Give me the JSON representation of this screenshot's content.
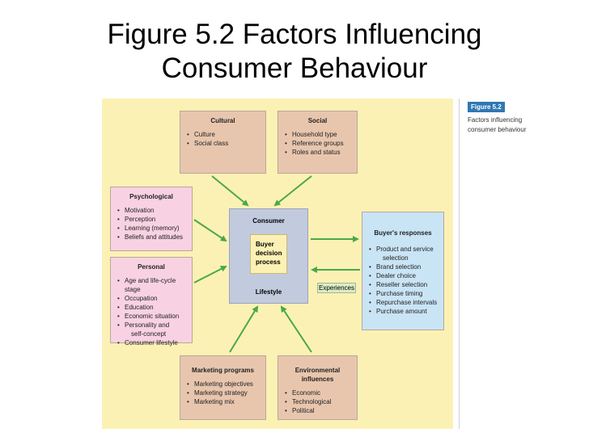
{
  "title": {
    "line1": "Figure 5.2 Factors Influencing",
    "line2": "Consumer Behaviour"
  },
  "sidebar": {
    "badge": "Figure 5.2",
    "caption_line1": "Factors influencing",
    "caption_line2": "consumer behaviour"
  },
  "diagram": {
    "cultural": {
      "title": "Cultural",
      "items": [
        "Culture",
        "Social class"
      ]
    },
    "social": {
      "title": "Social",
      "items": [
        "Household type",
        "Reference groups",
        "Roles and status"
      ]
    },
    "psychological": {
      "title": "Psychological",
      "items": [
        "Motivation",
        "Perception",
        "Learning (memory)",
        "Beliefs and attitudes"
      ]
    },
    "personal": {
      "title": "Personal",
      "items": [
        "Age and life-cycle stage",
        "Occupation",
        "Education",
        "Economic situation",
        "Personality and",
        "self-concept",
        "Consumer lifestyle"
      ]
    },
    "consumer": {
      "title": "Consumer",
      "lifestyle": "Lifestyle"
    },
    "buyer_decision": {
      "line1": "Buyer",
      "line2": "decision",
      "line3": "process"
    },
    "experiences": "Experiences",
    "responses": {
      "title": "Buyer's responses",
      "items": [
        "Product and service",
        "selection",
        "Brand selection",
        "Dealer choice",
        "Reseller selection",
        "Purchase timing",
        "Repurchase intervals",
        "Purchase amount"
      ]
    },
    "marketing": {
      "title": "Marketing programs",
      "items": [
        "Marketing objectives",
        "Marketing strategy",
        "Marketing mix"
      ]
    },
    "environmental": {
      "title": "Environmental influences",
      "items": [
        "Economic",
        "Technological",
        "Political"
      ]
    }
  },
  "colors": {
    "panel": "#fcf1b4",
    "influence_box": "#e8c6ae",
    "personal_box": "#f8d2e2",
    "consumer_box": "#c2cade",
    "response_box": "#c9e4f5",
    "arrow": "#4aa84a",
    "badge": "#2f78b3"
  }
}
